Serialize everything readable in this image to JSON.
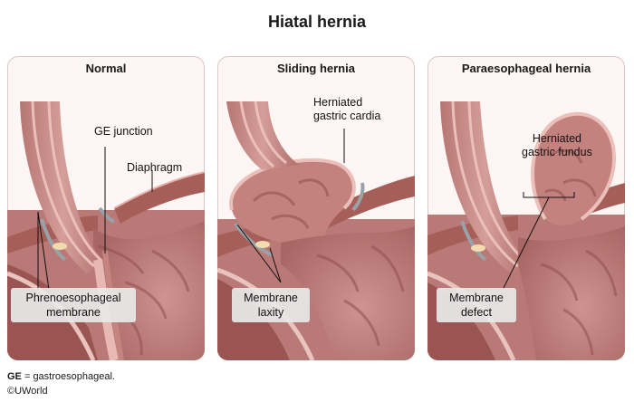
{
  "title": "Hiatal hernia",
  "panels": [
    {
      "title": "Normal",
      "labels": {
        "ge_junction": "GE junction",
        "diaphragm": "Diaphragm",
        "membrane_line1": "Phrenoesophageal",
        "membrane_line2": "membrane"
      }
    },
    {
      "title": "Sliding hernia",
      "labels": {
        "herniated_line1": "Herniated",
        "herniated_line2": "gastric cardia",
        "membrane_line1": "Membrane",
        "membrane_line2": "laxity"
      }
    },
    {
      "title": "Paraesophageal hernia",
      "labels": {
        "herniated_line1": "Herniated",
        "herniated_line2": "gastric fundus",
        "membrane_line1": "Membrane",
        "membrane_line2": "defect"
      }
    }
  ],
  "footnote": {
    "abbr": "GE",
    "definition": " = gastroesophageal."
  },
  "copyright": "©UWorld",
  "colors": {
    "tissue": "#c98a86",
    "tissue_dark": "#9e5d5a",
    "lumen": "#b36f6c",
    "wall": "#e8b9b4",
    "diaphragm": "#a65e58",
    "membrane": "#9aa1a8",
    "fat": "#f2dcae"
  }
}
